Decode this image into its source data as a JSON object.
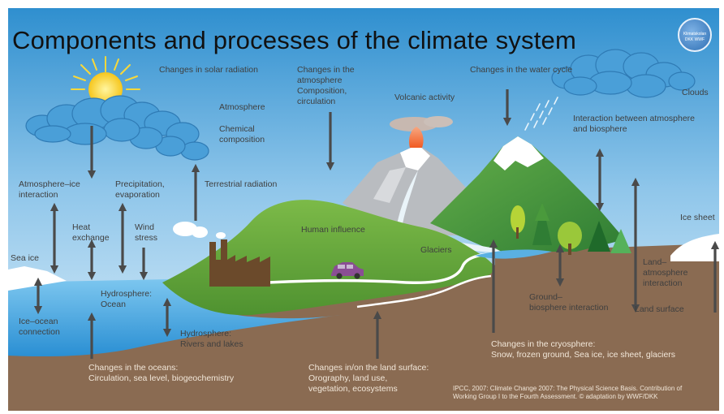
{
  "title": "Components and processes of the climate system",
  "logo": {
    "line1": "Klimatskolan",
    "line2": "DKK WWF"
  },
  "labels": {
    "solar_radiation": "Changes in solar radiation",
    "atmosphere_changes": [
      "Changes in the",
      "atmosphere",
      "Composition,",
      "circulation"
    ],
    "water_cycle": "Changes in the water cycle",
    "clouds": "Clouds",
    "atmosphere": "Atmosphere",
    "chemical_composition": [
      "Chemical",
      "composition"
    ],
    "volcanic_activity": "Volcanic activity",
    "atmosphere_biosphere": [
      "Interaction between atmosphere",
      "and biosphere"
    ],
    "atmosphere_ice": [
      "Atmosphere–ice",
      "interaction"
    ],
    "precipitation": [
      "Precipitation,",
      "evaporation"
    ],
    "terrestrial_radiation": "Terrestrial radiation",
    "ice_sheet": "Ice sheet",
    "heat_exchange": [
      "Heat",
      "exchange"
    ],
    "wind_stress": [
      "Wind",
      "stress"
    ],
    "human_influence": "Human influence",
    "glaciers": "Glaciers",
    "sea_ice": "Sea ice",
    "land_atmosphere": [
      "Land–",
      "atmosphere",
      "interaction"
    ],
    "hydrosphere_ocean": [
      "Hydrosphere:",
      "Ocean"
    ],
    "ground_biosphere": [
      "Ground–",
      "biosphere interaction"
    ],
    "land_surface": "Land surface",
    "ice_ocean": [
      "Ice–ocean",
      "connection"
    ],
    "hydrosphere_rivers": [
      "Hydrosphere:",
      "Rivers and lakes"
    ],
    "cryosphere": [
      "Changes in the cryosphere:",
      "Snow, frozen ground, Sea ice, ice sheet, glaciers"
    ],
    "oceans": [
      "Changes in the oceans:",
      "Circulation, sea level, biogeochemistry"
    ],
    "land_surface_changes": [
      "Changes in/on the land surface:",
      "Orography, land use,",
      "vegetation, ecosystems"
    ],
    "source": [
      "IPCC, 2007: Climate Change 2007: The Physical Science Basis. Contribution of",
      "Working Group I to the Fourth Assessment. © adaptation by WWF/DKK"
    ]
  },
  "colors": {
    "sky_top": "#2f8fcf",
    "sky_bottom": "#e6f3fb",
    "ground": "#8a6b52",
    "ocean": "#3aa0dc",
    "hill": "#6aad3c",
    "mountain_green": "#3f9a43",
    "cloud": "#4a9fd8",
    "arrow": "#4a4a4a",
    "factory": "#6b4a2b",
    "car": "#8a4e93"
  }
}
